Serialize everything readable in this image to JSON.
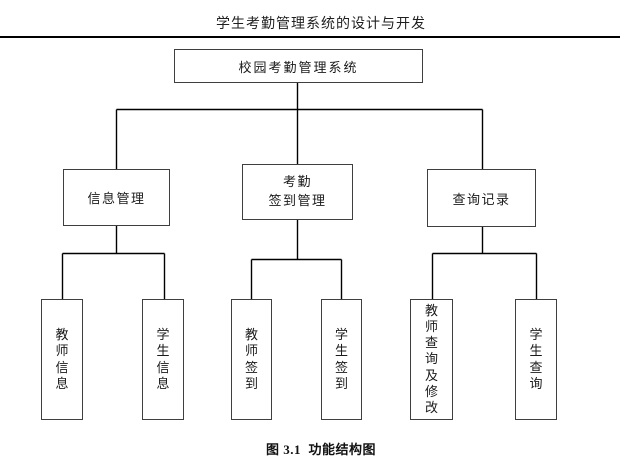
{
  "page": {
    "header_title": "学生考勤管理系统的设计与开发",
    "caption": "图 3.1  功能结构图"
  },
  "diagram": {
    "root": {
      "label": "校园考勤管理系统"
    },
    "level1": [
      {
        "label": "信息管理"
      },
      {
        "label": "考勤\n签到管理"
      },
      {
        "label": "查询记录"
      }
    ],
    "level2": [
      {
        "label": "教师信息"
      },
      {
        "label": "学生信息"
      },
      {
        "label": "教师签到"
      },
      {
        "label": "学生签到"
      },
      {
        "label": "教师查询及修改"
      },
      {
        "label": "学生查询"
      }
    ]
  },
  "colors": {
    "line": "#000000",
    "box_border": "#3f3f3f",
    "background": "#ffffff"
  }
}
